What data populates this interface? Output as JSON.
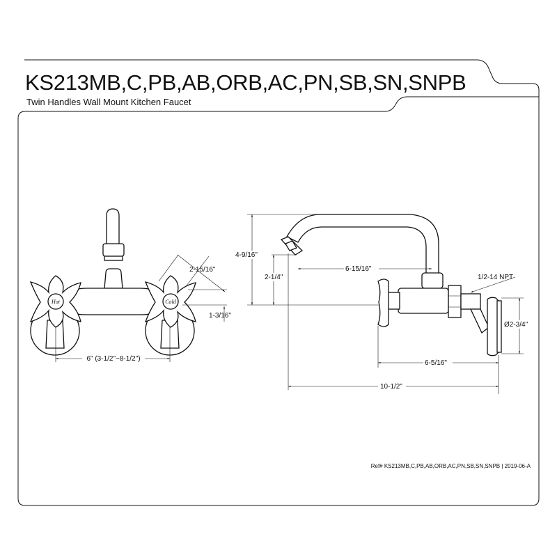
{
  "header": {
    "model_title": "KS213MB,C,PB,AB,ORB,AC,PN,SB,SN,SNPB",
    "subtitle": "Twin Handles Wall Mount Kitchen Faucet"
  },
  "front_view": {
    "dim_handle_to_center": "2-15/16\"",
    "dim_handle_height": "1-3/16\"",
    "dim_center_spacing": "6\" (3-1/2\"~8-1/2\")",
    "hot_label": "Hot",
    "cold_label": "Cold"
  },
  "side_view": {
    "dim_total_height": "4-9/16\"",
    "dim_spout_height": "2-1/4\"",
    "dim_spout_reach": "6-15/16\"",
    "dim_thread": "1/2-14 NPT",
    "dim_flange_diameter": "Ø2-3/4\"",
    "dim_handle_depth": "6-5/16\"",
    "dim_overall_length": "10-1/2\""
  },
  "footer": {
    "reference": "Ref# KS213MB,C,PB,AB,ORB,AC,PN,SB,SN,SNPB | 2019-06-A"
  }
}
